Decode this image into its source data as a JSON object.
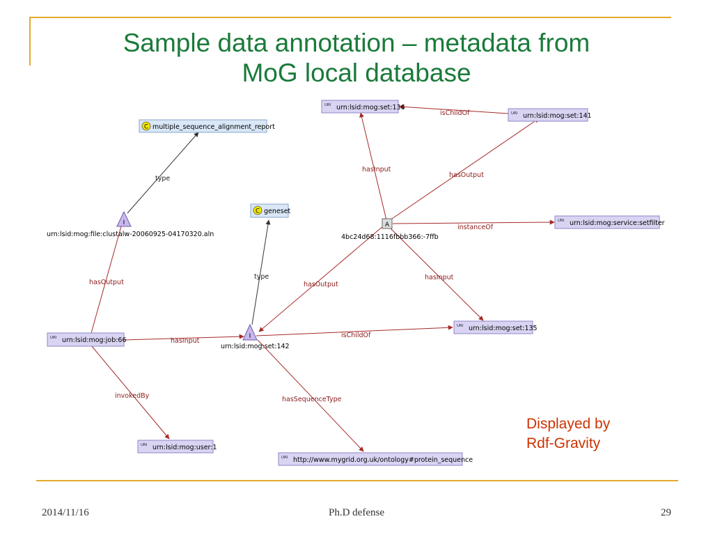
{
  "slide": {
    "title_line1": "Sample data annotation – metadata from",
    "title_line2": "MoG local database",
    "caption_line1": "Displayed by",
    "caption_line2": "Rdf-Gravity",
    "footer_date": "2014/11/16",
    "footer_center": "Ph.D defense",
    "footer_page": "29"
  },
  "graph": {
    "nodes": {
      "report": "multiple_sequence_alignment_report",
      "geneset": "geneset",
      "set136": "urn:lsid:mog:set:136",
      "set141": "urn:lsid:mog:set:141",
      "setfilter": "urn:lsid:mog:service:setfilter",
      "set135": "urn:lsid:mog:set:135",
      "job66": "urn:lsid:mog:job:66",
      "user1": "urn:lsid:mog:user:1",
      "protein": "http://www.mygrid.org.uk/ontology#protein_sequence",
      "file_label": "urn:lsid:mog:file:clustalw-20060925-04170320.aln",
      "set142_label": "urn:lsid:mog:set:142",
      "anon_label": "4bc24d68:1116fbbb366:-7ffb",
      "class_badge": "C",
      "uri_badge": "URI",
      "instance_badge": "I",
      "anon_badge": "A"
    },
    "edges": {
      "type_report": "type",
      "type_geneset": "type",
      "hasOutput_job_file": "hasOutput",
      "hasInput_job_142": "hasInput",
      "invokedBy": "invokedBy",
      "hasSequenceType": "hasSequenceType",
      "isChildOf_142_135": "isChildOf",
      "hasOutput_anon_142": "hasOutput",
      "hasInput_anon_136": "hasInput",
      "hasOutput_anon_141": "hasOutput",
      "instanceOf": "instanceOf",
      "hasInput_anon_135": "hasInput",
      "isChildOf_141_136": "isChildOf"
    },
    "colors": {
      "edge": "#a52a2a",
      "type_edge": "#333333",
      "uri_fill": "#d8d4f2",
      "class_fill": "#d9e7f7",
      "class_badge": "#f3e600",
      "instance_fill": "#c8b8ee"
    }
  }
}
